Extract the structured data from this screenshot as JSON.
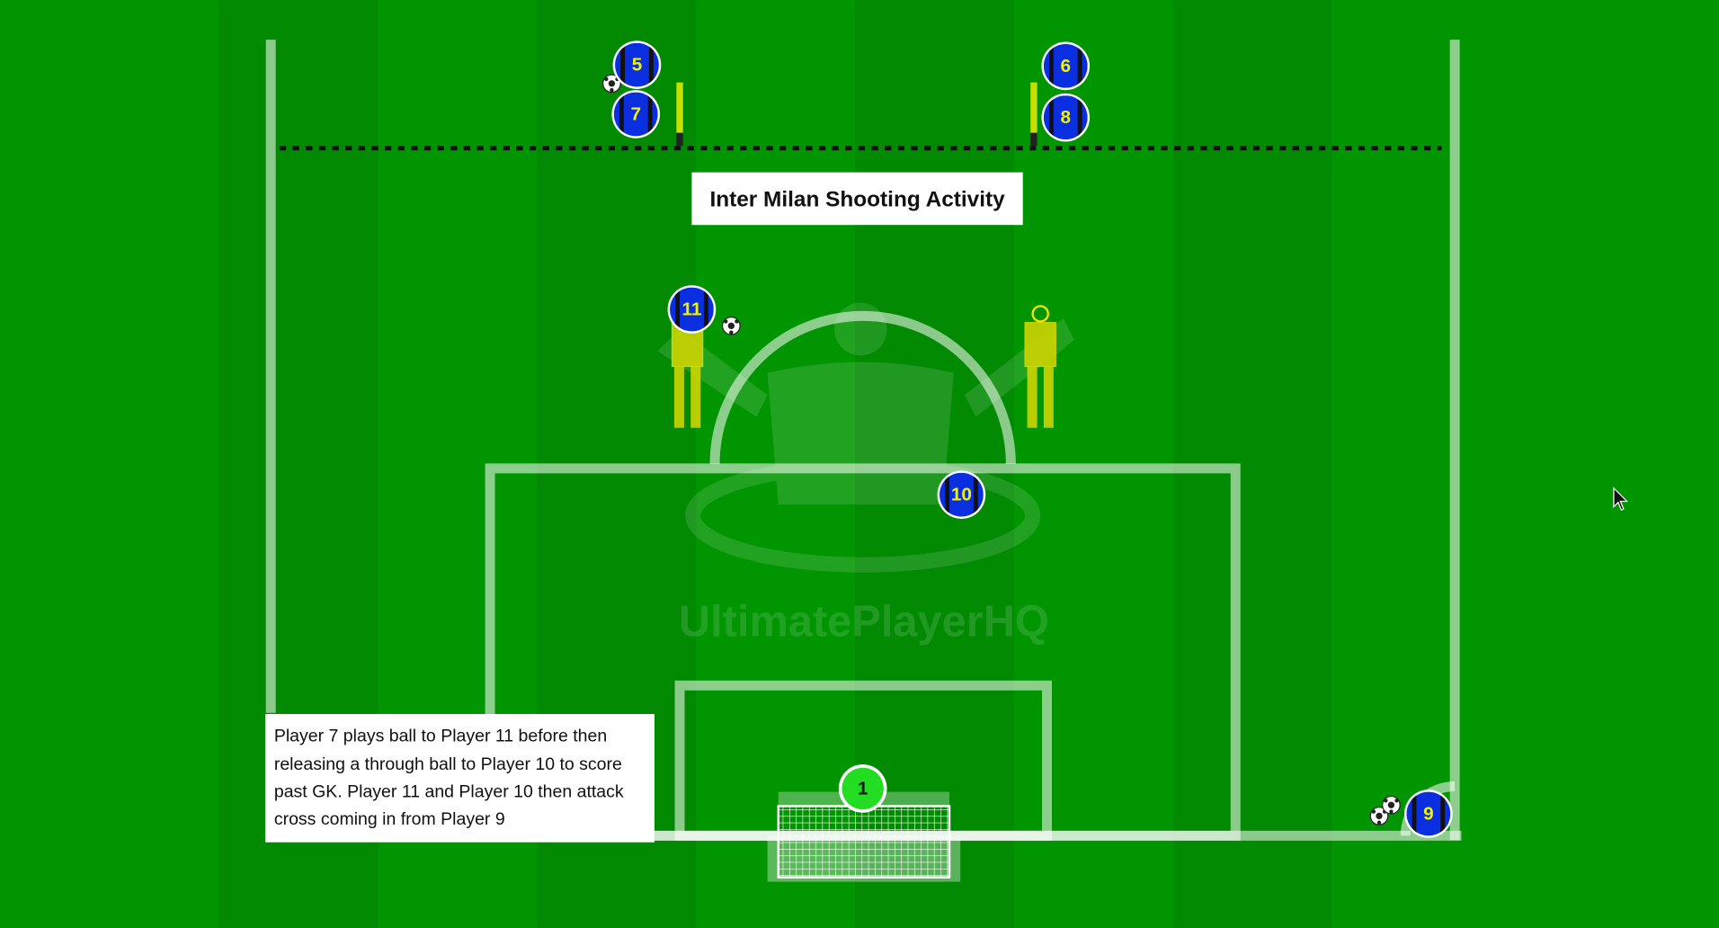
{
  "title": "Inter Milan Shooting Activity",
  "watermark": "UltimatePlayerHQ",
  "description": [
    "Player 7 plays ball to Player 11 before then",
    "releasing a through ball to Player 10 to score",
    "past GK. Player 11 and Player 10 then attack",
    "cross coming in from Player 9"
  ],
  "players": {
    "p5": "5",
    "p7": "7",
    "p6": "6",
    "p8": "8",
    "p11": "11",
    "p10": "10",
    "p9": "9",
    "gk": "1"
  },
  "colors": {
    "pitch": "#028f02",
    "team": "#0a2fe0",
    "gk": "#22dd22",
    "number": "#f2f200"
  }
}
